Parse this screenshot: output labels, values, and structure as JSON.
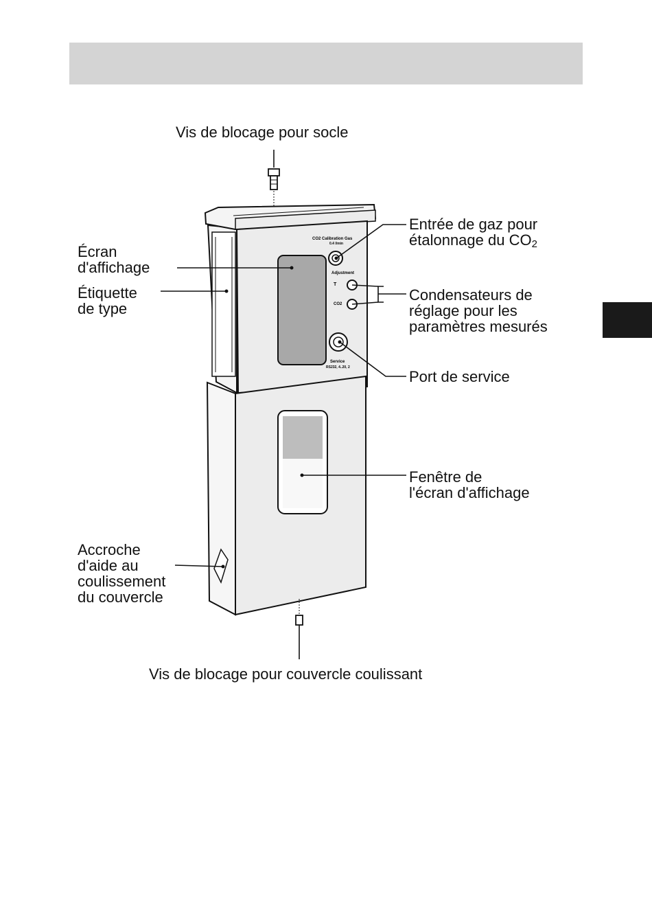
{
  "labels": {
    "base_screw": "Vis de blocage pour socle",
    "display_screen": [
      "Écran",
      "d'affichage"
    ],
    "type_label": [
      "Étiquette",
      "de type"
    ],
    "co2_gas_inlet": [
      "Entrée de gaz pour",
      "étalonnage du CO",
      "2"
    ],
    "adjust_capacitors": [
      "Condensateurs de",
      "réglage pour les",
      "paramètres mesurés"
    ],
    "service_port": "Port de service",
    "display_window": [
      "Fenêtre de",
      "l'écran d'affichage"
    ],
    "slide_aid": [
      "Accroche",
      "d'aide au",
      "coulissement",
      "du couvercle"
    ],
    "cover_screw": "Vis de blocage pour couvercle coulissant"
  },
  "device": {
    "calib_gas": "CO2 Calibration Gas",
    "flow": "0.4 l/min",
    "adjustment": "Adjustment",
    "t_label": "T",
    "co2_label": "CO2",
    "service": "Service",
    "service_sub": "RS232, 4..20, 2"
  },
  "colors": {
    "header_band": "#d4d4d4",
    "side_tab": "#1a1a1a",
    "panel": "#ececec",
    "screen": "#a8a8a8"
  }
}
